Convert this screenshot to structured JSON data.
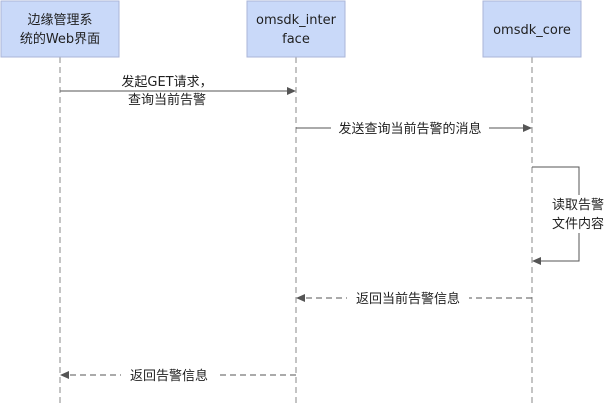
{
  "participants": [
    {
      "id": "p1",
      "lines": [
        "边缘管理系",
        "统的Web界面"
      ]
    },
    {
      "id": "p2",
      "lines": [
        "omsdk_inter",
        "face"
      ]
    },
    {
      "id": "p3",
      "lines": [
        "omsdk_core"
      ]
    }
  ],
  "messages": [
    {
      "id": "m1",
      "lines": [
        "发起GET请求，",
        "查询当前告警"
      ],
      "style": "solid"
    },
    {
      "id": "m2",
      "lines": [
        "发送查询当前告警的消息"
      ],
      "style": "solid"
    },
    {
      "id": "m3",
      "lines": [
        "读取告警",
        "文件内容"
      ],
      "style": "solid",
      "self": true
    },
    {
      "id": "m4",
      "lines": [
        "返回当前告警信息"
      ],
      "style": "dashed"
    },
    {
      "id": "m5",
      "lines": [
        "返回告警信息"
      ],
      "style": "dashed"
    }
  ]
}
